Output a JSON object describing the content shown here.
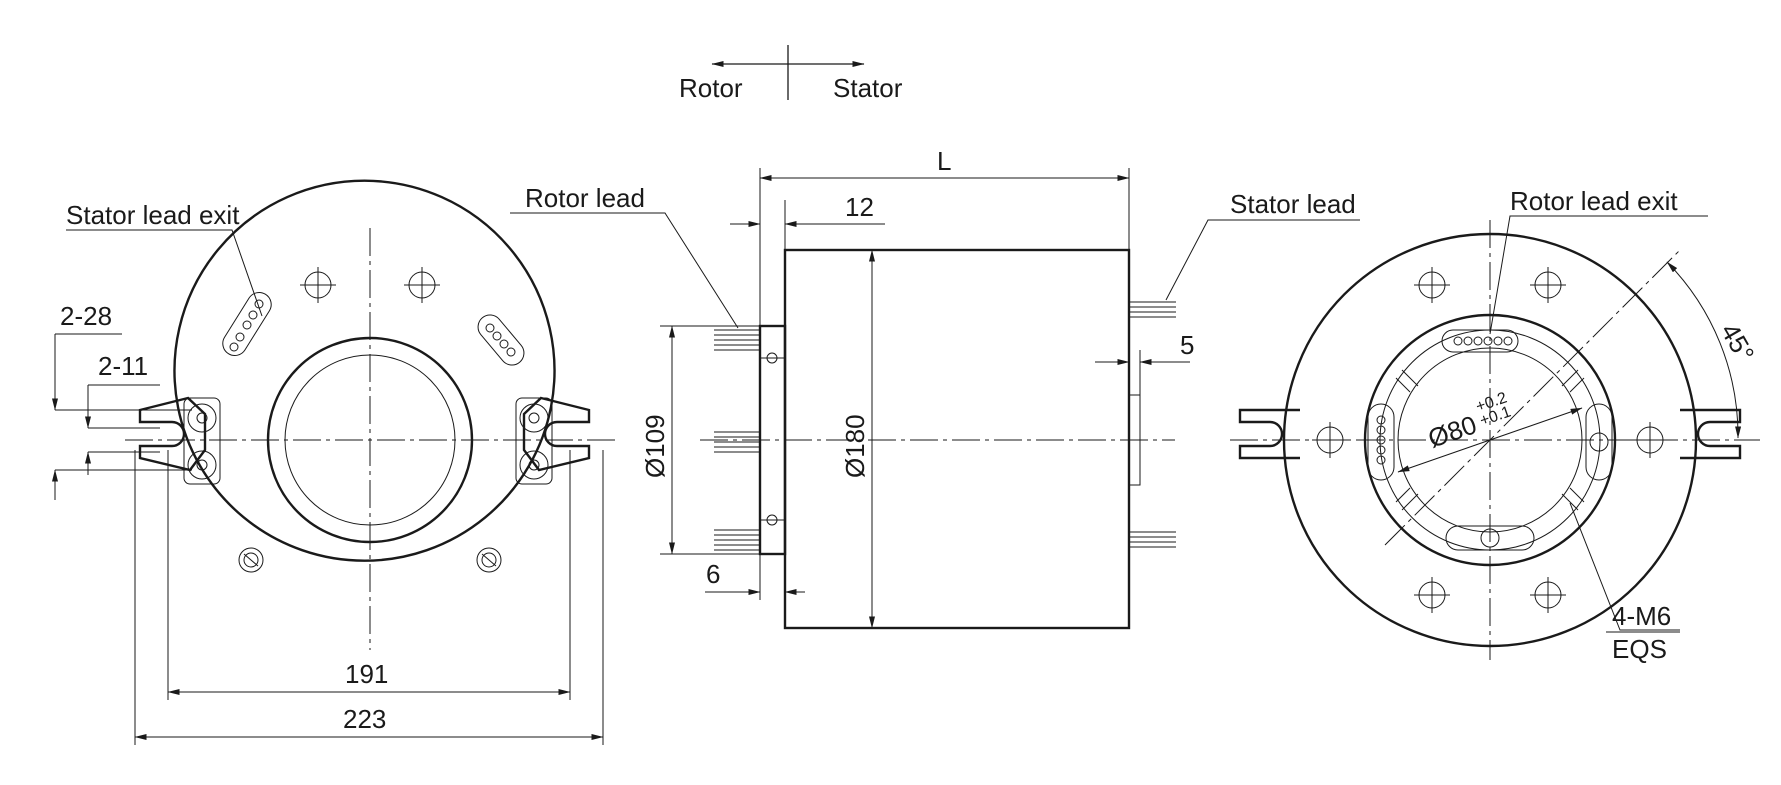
{
  "direction": {
    "rotor": "Rotor",
    "stator": "Stator"
  },
  "front_view": {
    "stator_lead_exit": "Stator lead exit",
    "dim_slot_width": "2-28",
    "dim_slot_height": "2-11",
    "dim_hole_pitch": "191",
    "dim_overall_width": "223"
  },
  "side_view": {
    "rotor_lead": "Rotor lead",
    "stator_lead": "Stator lead",
    "dim_length": "L",
    "dim_flange_offset": "12",
    "dim_flange_dia": "Ø109",
    "dim_body_dia": "Ø180",
    "dim_flange_thickness": "6",
    "dim_stator_step": "5"
  },
  "rear_view": {
    "rotor_lead_exit": "Rotor lead exit",
    "dim_bore": "Ø80",
    "bore_tol_upper": "+0.2",
    "bore_tol_lower": "+0.1",
    "angle": "45°",
    "thread_spec": "4-M6",
    "thread_note": "EQS"
  }
}
